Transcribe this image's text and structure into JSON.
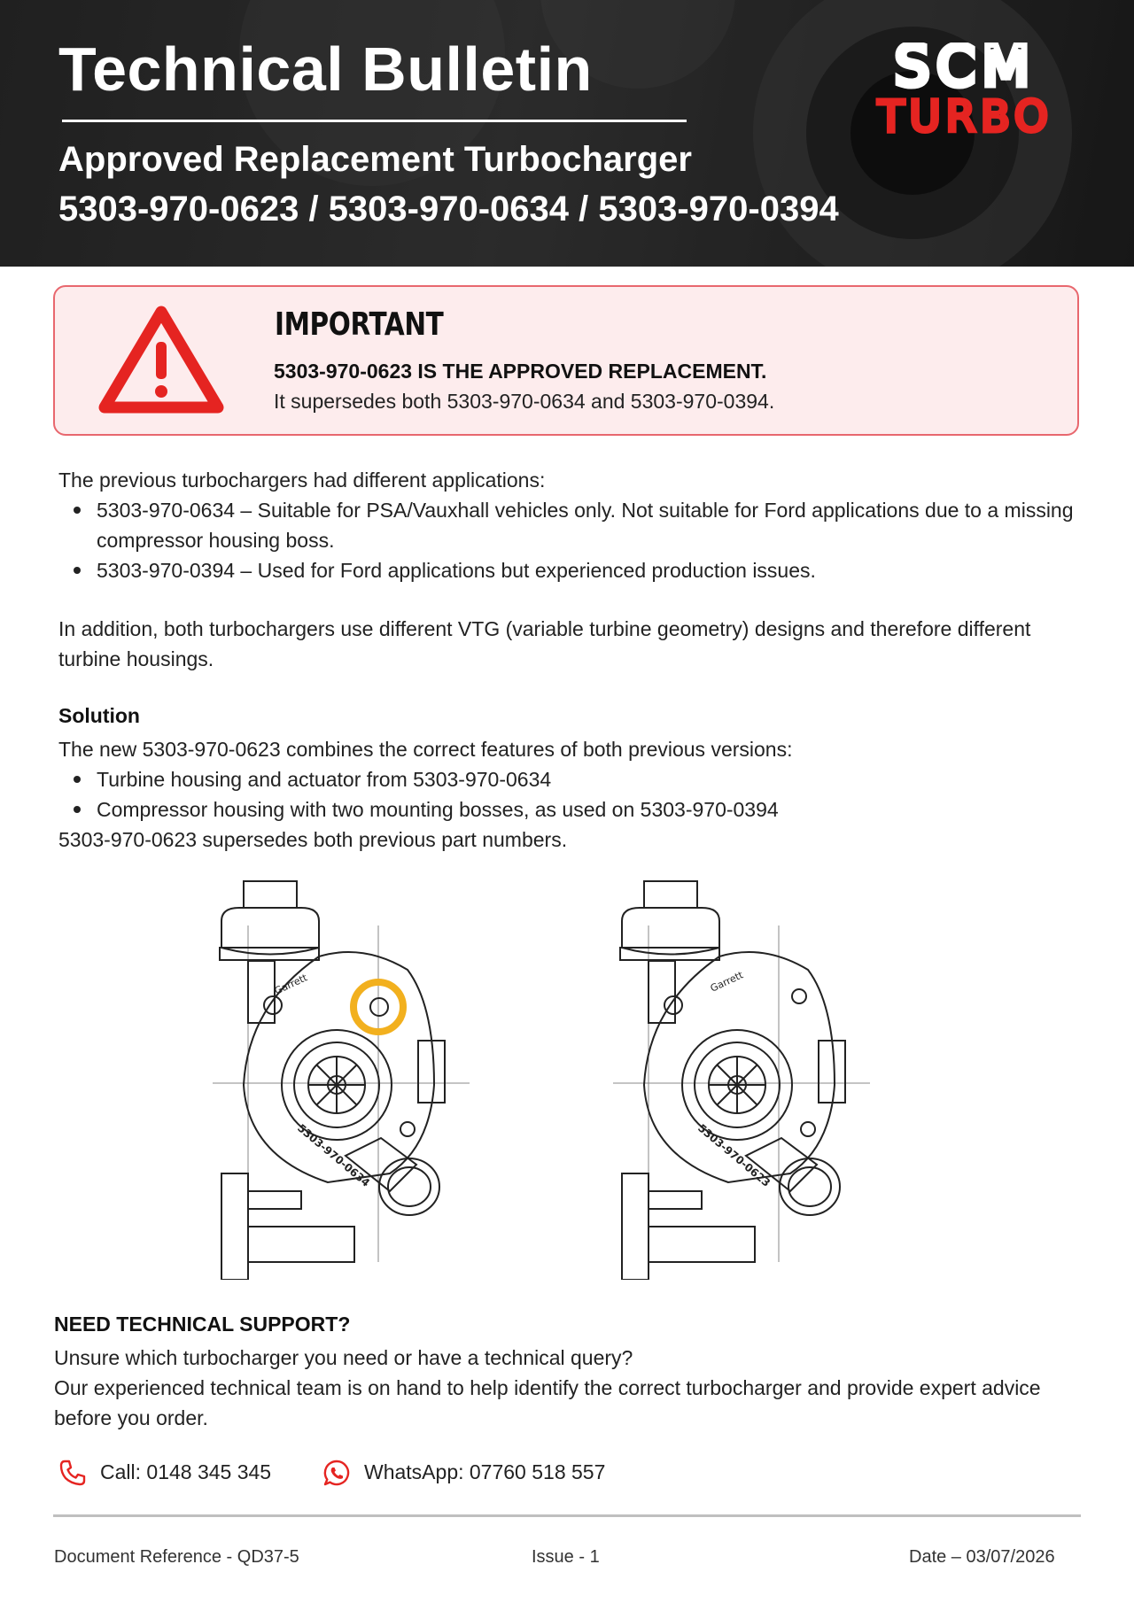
{
  "header": {
    "title": "Technical Bulletin",
    "subtitle": "Approved Replacement Turbocharger",
    "part_numbers": "5303-970-0623 / 5303-970-0634 / 5303-970-0394",
    "logo_top": "SCM",
    "logo_bottom": "TURBO"
  },
  "colors": {
    "brand_red": "#e52421",
    "alert_bg": "#fdeced",
    "alert_border": "#e8676e",
    "highlight_ring": "#f2b01e"
  },
  "important": {
    "heading": "IMPORTANT",
    "line1": "5303-970-0623 IS THE APPROVED REPLACEMENT.",
    "line2": "It supersedes both 5303-970-0634 and 5303-970-0394.",
    "icon": "warning-triangle-icon"
  },
  "intro": {
    "lead": "The previous turbochargers had different applications:",
    "bullets": [
      "5303-970-0634 – Suitable for PSA/Vauxhall vehicles only. Not suitable for Ford applications due to a missing compressor housing boss.",
      "5303-970-0394 – Used for Ford applications but experienced production issues."
    ]
  },
  "addition": "In addition, both turbochargers use different VTG (variable turbine geometry) designs and therefore different turbine housings.",
  "solution": {
    "heading": "Solution",
    "lead": "The new 5303-970-0623 combines the correct features of both previous versions:",
    "bullets": [
      "Turbine housing and actuator from 5303-970-0634",
      "Compressor housing with two mounting bosses, as used on 5303-970-0394"
    ],
    "closing": "5303-970-0623 supersedes both previous part numbers."
  },
  "drawings": {
    "left_label": "5303-970-0634",
    "right_label": "5303-970-0623",
    "brand_mark": "Garrett"
  },
  "support": {
    "heading": "NEED TECHNICAL SUPPORT?",
    "line1": "Unsure which turbocharger you need or have a technical query?",
    "line2": "Our experienced technical team is on hand to help identify the correct turbocharger and provide expert advice before you order."
  },
  "contacts": {
    "call": "Call: 0148 345 345",
    "whatsapp": "WhatsApp: 07760 518 557"
  },
  "footer": {
    "reference": "Document Reference - QD37-5",
    "issue": "Issue - 1",
    "date": "Date – 03/07/2026"
  }
}
